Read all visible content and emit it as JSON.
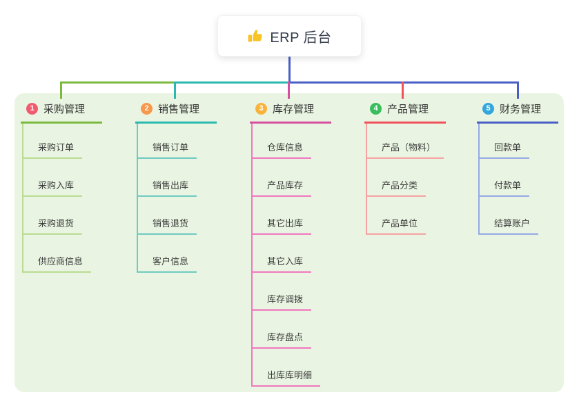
{
  "root": {
    "title": "ERP 后台",
    "icon": "thumbs-up-icon",
    "icon_color": "#f7c325",
    "line_color": "#4a5fc6"
  },
  "branches": [
    {
      "index": "1",
      "title": "采购管理",
      "badge_color": "#f25b6f",
      "line_color": "#7cb93f",
      "child_line_color": "#b9dc92",
      "children": [
        "采购订单",
        "采购入库",
        "采购退货",
        "供应商信息"
      ]
    },
    {
      "index": "2",
      "title": "销售管理",
      "badge_color": "#f9974b",
      "line_color": "#2bb9ae",
      "child_line_color": "#6fcac0",
      "children": [
        "销售订单",
        "销售出库",
        "销售退货",
        "客户信息"
      ]
    },
    {
      "index": "3",
      "title": "库存管理",
      "badge_color": "#f8b33c",
      "line_color": "#d6509f",
      "child_line_color": "#f178be",
      "children": [
        "仓库信息",
        "产品库存",
        "其它出库",
        "其它入库",
        "库存调拨",
        "库存盘点",
        "出库库明细"
      ]
    },
    {
      "index": "4",
      "title": "产品管理",
      "badge_color": "#38be5c",
      "line_color": "#f0525c",
      "child_line_color": "#f6a2a2",
      "children": [
        "产品（物料）",
        "产品分类",
        "产品单位"
      ]
    },
    {
      "index": "5",
      "title": "财务管理",
      "badge_color": "#32a6dd",
      "line_color": "#4a5fc6",
      "child_line_color": "#96a9e6",
      "children": [
        "回款单",
        "付款单",
        "结算账户"
      ]
    }
  ],
  "panel_color": "#e9f5e2"
}
